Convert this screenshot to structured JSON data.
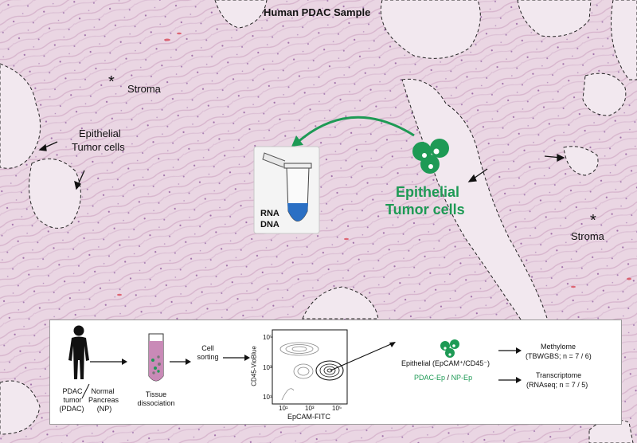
{
  "header": {
    "title": "Human PDAC Sample"
  },
  "tissue_labels": {
    "stroma_left": "Stroma",
    "stroma_right": "Stroma",
    "asterisk": "*",
    "epithelial_left_line1": "Epithelial",
    "epithelial_left_line2": "Tumor cells",
    "epithelial_right_line1": "Epithelial",
    "epithelial_right_line2": "Tumor cells"
  },
  "tube_labels": {
    "line1": "RNA",
    "line2": "DNA"
  },
  "workflow": {
    "patient_line1": "PDAC",
    "patient_line2": "tumor",
    "patient_line3": "(PDAC)",
    "normal_line1": "Normal",
    "normal_line2": "Pancreas",
    "normal_line3": "(NP)",
    "tissue_line1": "Tissue",
    "tissue_line2": "dissociation",
    "sort_line1": "Cell",
    "sort_line2": "sorting",
    "facs_ylabel": "CD45-VioBlue",
    "facs_xlabel": "EpCAM-FITC",
    "facs_y_ticks": [
      "10⁵",
      "10³",
      "10¹"
    ],
    "facs_x_ticks": [
      "10¹",
      "10³",
      "10⁵"
    ],
    "epithelial_label": "Epithelial (EpCAM⁺/CD45⁻)",
    "pdac_ep": "PDAC-Ep",
    "separator": "/",
    "np_ep": "NP-Ep",
    "methylome": "Methylome",
    "methylome_detail": "(TBWGBS; n = 7 / 6)",
    "transcriptome": "Transcriptome",
    "transcriptome_detail": "(RNAseq; n = 7 / 5)"
  },
  "colors": {
    "tissue_bg": "#ead6e3",
    "accent_green": "#1e9a55",
    "tube_blue": "#2a6fc4"
  }
}
